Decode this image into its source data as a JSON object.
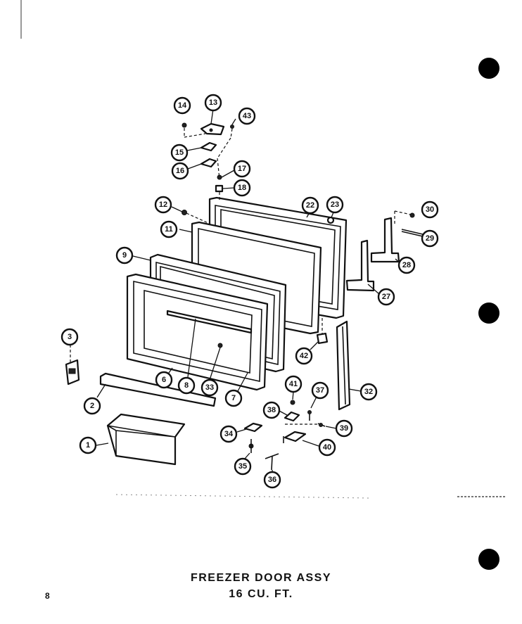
{
  "diagram": {
    "title_line1": "FREEZER DOOR ASSY",
    "title_line2": "16 CU. FT.",
    "page_number": "8"
  },
  "callouts": [
    {
      "id": "p1",
      "label": "1"
    },
    {
      "id": "p2",
      "label": "2"
    },
    {
      "id": "p3",
      "label": "3"
    },
    {
      "id": "p6",
      "label": "6"
    },
    {
      "id": "p7",
      "label": "7"
    },
    {
      "id": "p8",
      "label": "8"
    },
    {
      "id": "p9",
      "label": "9"
    },
    {
      "id": "p11",
      "label": "11"
    },
    {
      "id": "p12",
      "label": "12"
    },
    {
      "id": "p13",
      "label": "13"
    },
    {
      "id": "p14",
      "label": "14"
    },
    {
      "id": "p15",
      "label": "15"
    },
    {
      "id": "p16",
      "label": "16"
    },
    {
      "id": "p17",
      "label": "17"
    },
    {
      "id": "p18",
      "label": "18"
    },
    {
      "id": "p22",
      "label": "22"
    },
    {
      "id": "p23",
      "label": "23"
    },
    {
      "id": "p27",
      "label": "27"
    },
    {
      "id": "p28",
      "label": "28"
    },
    {
      "id": "p29",
      "label": "29"
    },
    {
      "id": "p30",
      "label": "30"
    },
    {
      "id": "p32",
      "label": "32"
    },
    {
      "id": "p33",
      "label": "33"
    },
    {
      "id": "p34",
      "label": "34"
    },
    {
      "id": "p35",
      "label": "35"
    },
    {
      "id": "p36",
      "label": "36"
    },
    {
      "id": "p37",
      "label": "37"
    },
    {
      "id": "p38",
      "label": "38"
    },
    {
      "id": "p39",
      "label": "39"
    },
    {
      "id": "p40",
      "label": "40"
    },
    {
      "id": "p41",
      "label": "41"
    },
    {
      "id": "p42",
      "label": "42"
    },
    {
      "id": "p43",
      "label": "43"
    }
  ]
}
